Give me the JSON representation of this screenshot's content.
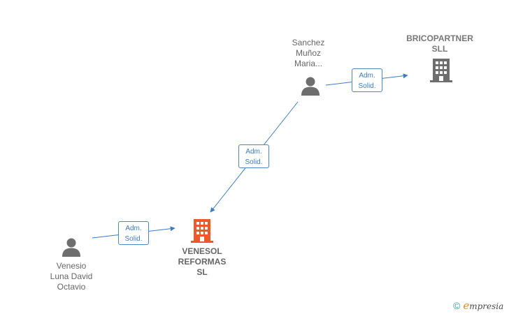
{
  "nodes": {
    "sanchez": {
      "label_lines": [
        "Sanchez",
        "Muñoz",
        "Maria..."
      ],
      "type": "person"
    },
    "bricopartner": {
      "label_lines": [
        "BRICOPARTNER",
        "SLL"
      ],
      "type": "company"
    },
    "venesol": {
      "label_lines": [
        "VENESOL",
        "REFORMAS",
        "SL"
      ],
      "type": "company",
      "highlight": true
    },
    "venesio": {
      "label_lines": [
        "Venesio",
        "Luna David",
        "Octavio"
      ],
      "type": "person"
    }
  },
  "edges": [
    {
      "from": "sanchez",
      "to": "bricopartner",
      "role_lines": [
        "Adm.",
        "Solid."
      ]
    },
    {
      "from": "sanchez",
      "to": "venesol",
      "role_lines": [
        "Adm.",
        "Solid."
      ]
    },
    {
      "from": "venesio",
      "to": "venesol",
      "role_lines": [
        "Adm.",
        "Solid."
      ]
    }
  ],
  "footer": {
    "copyright_symbol": "©",
    "brand_initial": "e",
    "brand_rest": "mpresia"
  },
  "colors": {
    "edge": "#3c7cc4",
    "person_icon": "#6e6e6e",
    "company_icon": "#6e6e6e",
    "company_icon_highlight": "#f0582a",
    "footer_copyright": "#3aa0a0",
    "footer_brand": "#e38a1e"
  },
  "icons": {
    "person": "person-icon",
    "company": "building-icon"
  }
}
